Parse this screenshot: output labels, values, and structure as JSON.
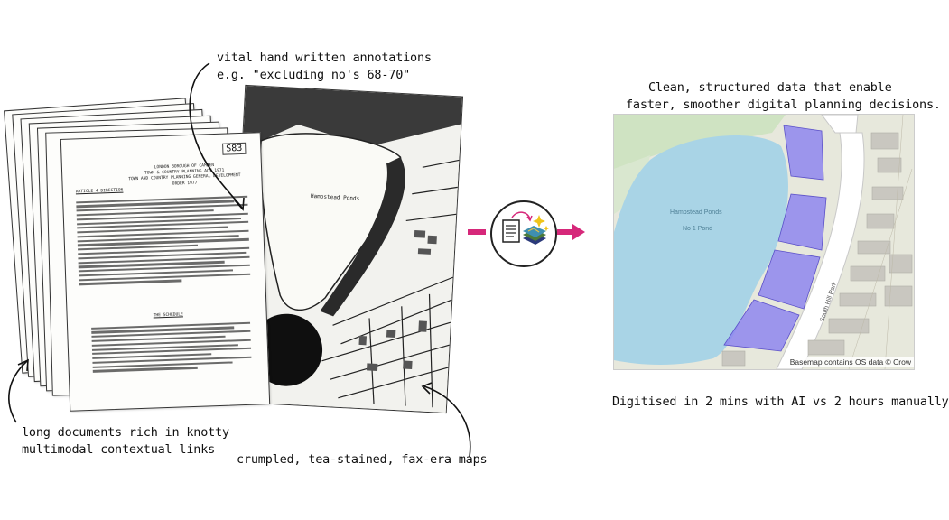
{
  "annotations": {
    "top_line1": "vital hand written annotations",
    "top_line2": "e.g. \"excluding no's 68-70\"",
    "bottom_left_line1": "long documents rich in knotty",
    "bottom_left_line2": "multimodal contextual links",
    "bottom_right": "crumpled, tea-stained, fax-era maps"
  },
  "output": {
    "heading_line1": "Clean, structured data that enable",
    "heading_line2": "faster, smoother digital planning decisions.",
    "caption": "Digitised in 2 mins with AI vs 2 hours manually"
  },
  "document": {
    "page_code": "S83",
    "header_line1": "LONDON BOROUGH OF CAMDEN",
    "header_line2": "TOWN & COUNTRY PLANNING ACT 1971",
    "header_line3": "TOWN AND COUNTRY PLANNING GENERAL DEVELOPMENT ORDER 1977",
    "section_title": "ARTICLE 4 DIRECTION",
    "schedule_title": "THE SCHEDULE"
  },
  "old_map": {
    "label": "Hampstead Ponds"
  },
  "new_map": {
    "lake_label1": "Hampstead Ponds",
    "lake_label2": "No 1 Pond",
    "road_label": "South Hill Park",
    "credit": "Basemap contains OS data © Crow"
  },
  "colors": {
    "arrow": "#d6287a",
    "water": "#a9d4e6",
    "highlight": "#8a7ff0",
    "ground": "#e8e8dc"
  },
  "icons": [
    "document-icon",
    "map-layers-icon",
    "sparkle-icon",
    "curved-arrow-icon"
  ]
}
